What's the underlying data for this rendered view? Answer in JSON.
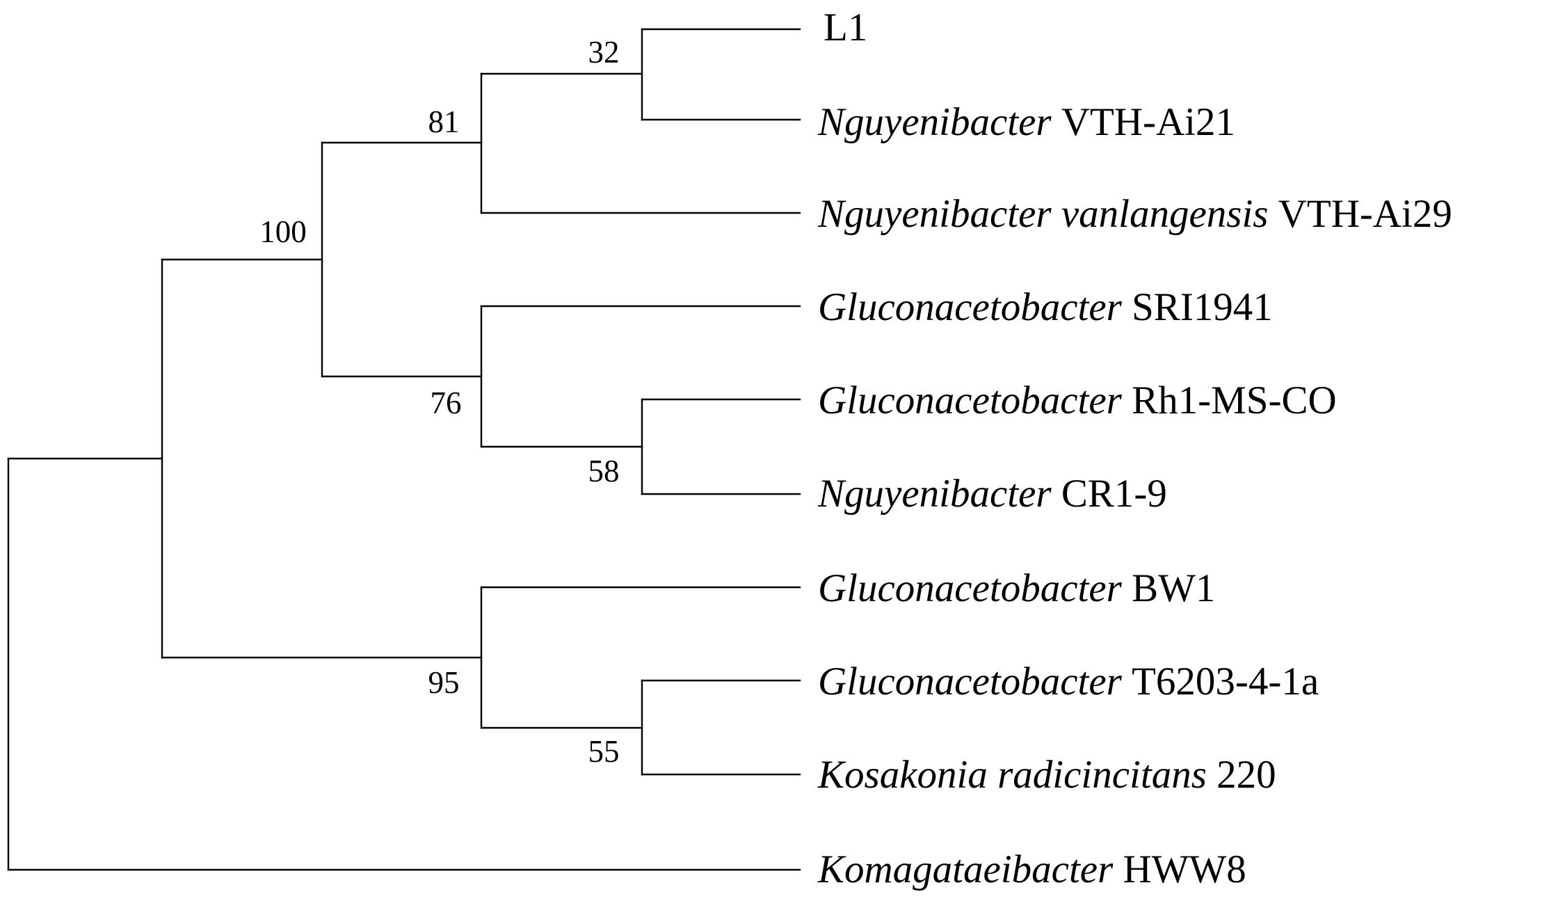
{
  "tree": {
    "taxa": [
      {
        "id": "L1",
        "genus": "",
        "strain": "L1"
      },
      {
        "id": "VTH-Ai21",
        "genus": "Nguyenibacter",
        "strain": "VTH-Ai21"
      },
      {
        "id": "VTH-Ai29",
        "genus": "Nguyenibacter vanlangensis",
        "strain": "VTH-Ai29"
      },
      {
        "id": "SRI1941",
        "genus": "Gluconacetobacter",
        "strain": "SRI1941"
      },
      {
        "id": "Rh1-MS-CO",
        "genus": "Gluconacetobacter",
        "strain": "Rh1-MS-CO"
      },
      {
        "id": "CR1-9",
        "genus": "Nguyenibacter",
        "strain": "CR1-9"
      },
      {
        "id": "BW1",
        "genus": "Gluconacetobacter",
        "strain": "BW1"
      },
      {
        "id": "T6203-4-1a",
        "genus": "Gluconacetobacter",
        "strain": "T6203-4-1a"
      },
      {
        "id": "220",
        "genus": "Kosakonia radicincitans",
        "strain": "220"
      },
      {
        "id": "HWW8",
        "genus": "Komagataeibacter",
        "strain": "HWW8"
      }
    ],
    "bootstrap_values": [
      {
        "node": "L1+VTH-Ai21",
        "value": "32"
      },
      {
        "node": "L1+VTH-Ai21+VTH-Ai29",
        "value": "81"
      },
      {
        "node": "Nguyenibacter+Gluconacetobacter-clade",
        "value": "100"
      },
      {
        "node": "SRI1941+Rh1-MS-CO+CR1-9",
        "value": "76"
      },
      {
        "node": "Rh1-MS-CO+CR1-9",
        "value": "58"
      },
      {
        "node": "BW1+T6203-4-1a+220",
        "value": "95"
      },
      {
        "node": "T6203-4-1a+220",
        "value": "55"
      }
    ]
  }
}
